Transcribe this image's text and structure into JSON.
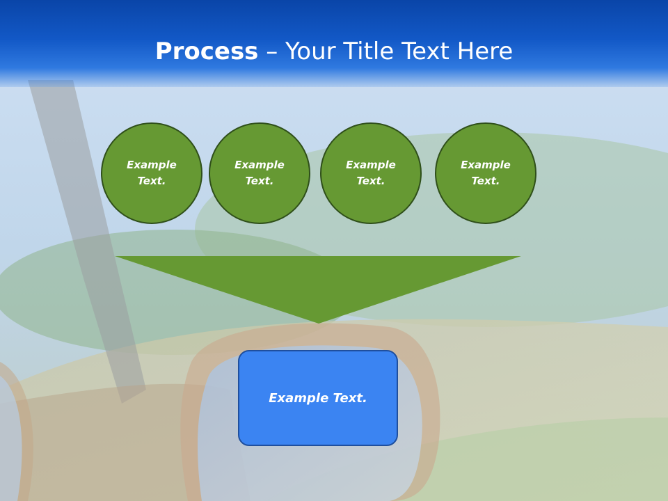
{
  "slide": {
    "title_bold": "Process",
    "title_rest": " – Your Title Text Here"
  },
  "steps": [
    {
      "label": "Example Text."
    },
    {
      "label": "Example Text."
    },
    {
      "label": "Example Text."
    },
    {
      "label": "Example Text."
    }
  ],
  "result": {
    "label": "Example Text."
  },
  "colors": {
    "header": "#1258c6",
    "circle_fill": "#669933",
    "circle_border": "#2f4f1a",
    "funnel_fill": "#669933",
    "result_fill": "#3b84f2",
    "result_border": "#1f4f9e"
  }
}
